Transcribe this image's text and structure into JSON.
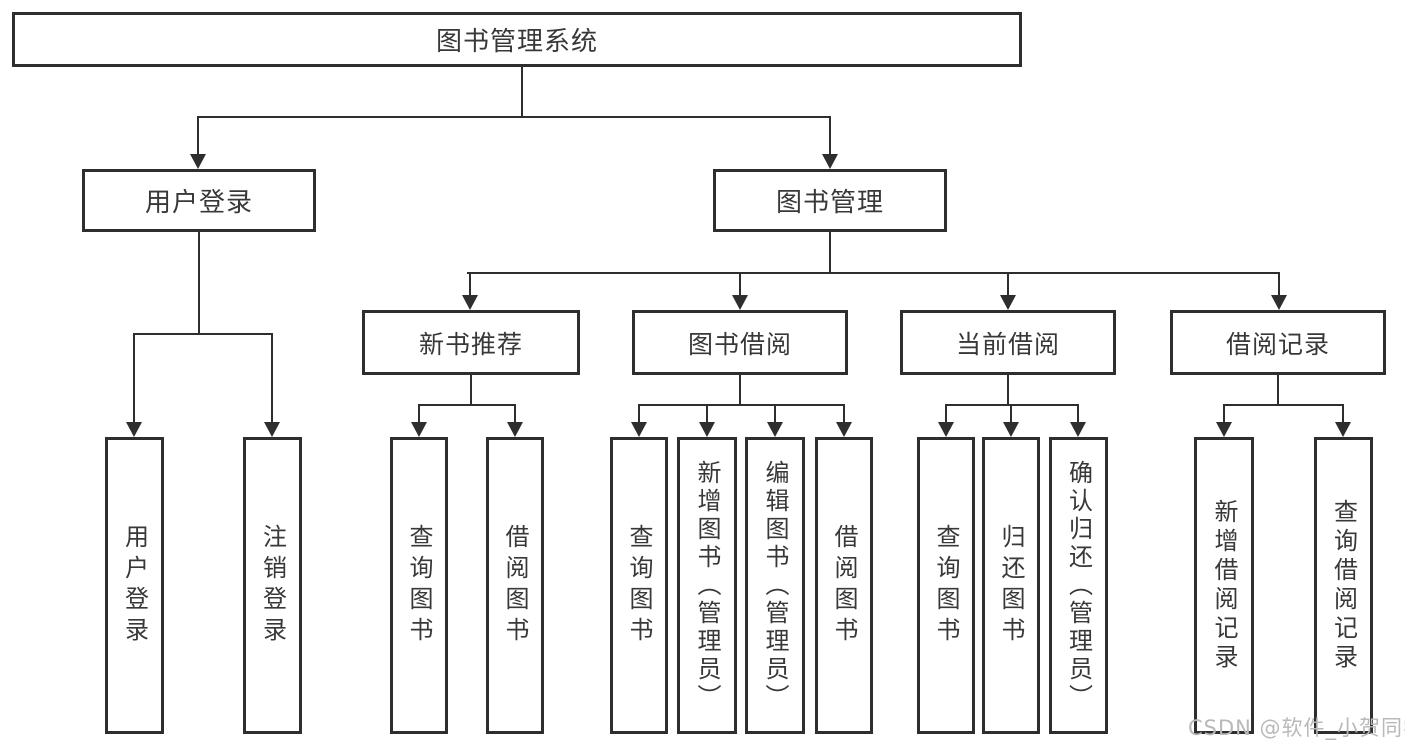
{
  "diagram_type": "hierarchy-tree",
  "colors": {
    "background": "#ffffff",
    "box_border": "#2e2e2e",
    "connector_line": "#2e2e2e",
    "text": "#383838",
    "watermark": "#b9b9b9"
  },
  "tree": {
    "label": "图书管理系统",
    "children": [
      {
        "label": "用户登录",
        "children": [
          {
            "label": "用户登录"
          },
          {
            "label": "注销登录"
          }
        ]
      },
      {
        "label": "图书管理",
        "children": [
          {
            "label": "新书推荐",
            "children": [
              {
                "label": "查询图书"
              },
              {
                "label": "借阅图书"
              }
            ]
          },
          {
            "label": "图书借阅",
            "children": [
              {
                "label": "查询图书"
              },
              {
                "label": "新增图书（管理员）"
              },
              {
                "label": "编辑图书（管理员）"
              },
              {
                "label": "借阅图书"
              }
            ]
          },
          {
            "label": "当前借阅",
            "children": [
              {
                "label": "查询图书"
              },
              {
                "label": "归还图书"
              },
              {
                "label": "确认归还（管理员）"
              }
            ]
          },
          {
            "label": "借阅记录",
            "children": [
              {
                "label": "新增借阅记录"
              },
              {
                "label": "查询借阅记录"
              }
            ]
          }
        ]
      }
    ]
  },
  "watermark": {
    "text": "CSDN @软件_小贺同学"
  }
}
